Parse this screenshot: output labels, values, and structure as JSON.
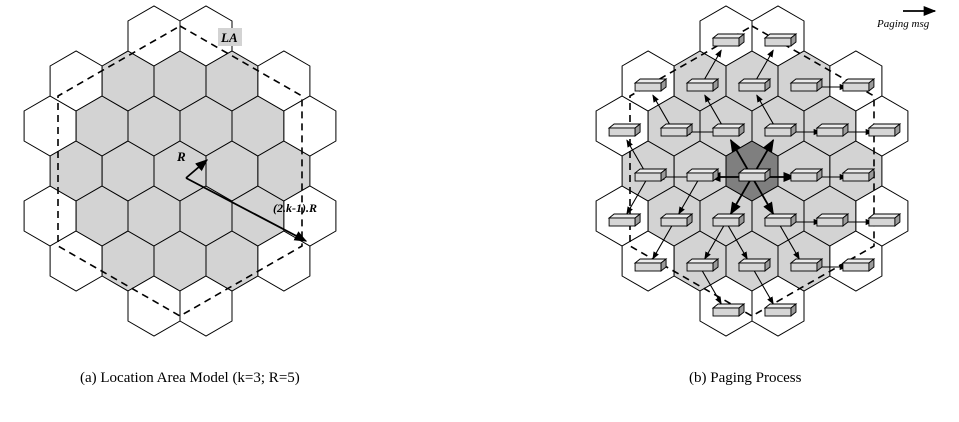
{
  "figure": {
    "panel_a": {
      "label_la": "LA",
      "label_r": "R",
      "label_radius": "(2.k-1).R",
      "caption": "(a) Location Area Model (k=3; R=5)"
    },
    "panel_b": {
      "legend_label": "Paging msg",
      "caption": "(b) Paging Process"
    }
  },
  "colors": {
    "cell_fill": "#d3d3d3",
    "outer_fill": "#ffffff",
    "center_fill": "#7f7f7f",
    "stroke": "#000000"
  }
}
